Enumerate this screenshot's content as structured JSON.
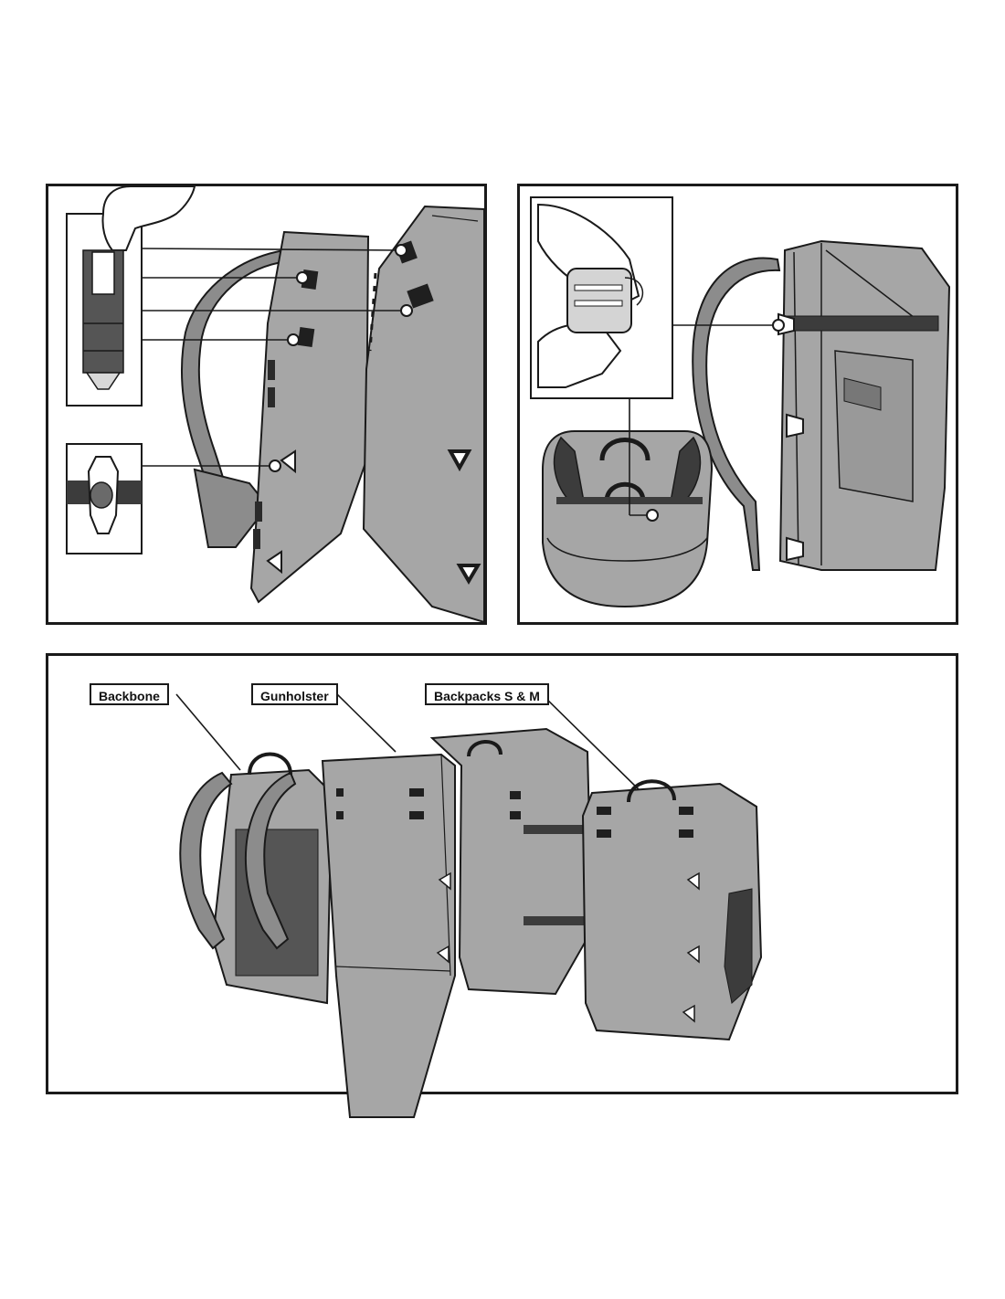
{
  "labels": {
    "backbone": "Backbone",
    "gunholster": "Gunholster",
    "backpacks": "Backpacks S & M"
  },
  "colors": {
    "bag_fill": "#a6a6a6",
    "bag_dark": "#3c3c3c",
    "strap_fill": "#8c8c8c",
    "outline": "#1a1a1a",
    "panel_border": "#1a1a1a",
    "skin_fill": "#ffffff"
  },
  "icons": [
    "hand-icon",
    "velcro-tab-icon",
    "buckle-icon",
    "backpack-icon"
  ]
}
